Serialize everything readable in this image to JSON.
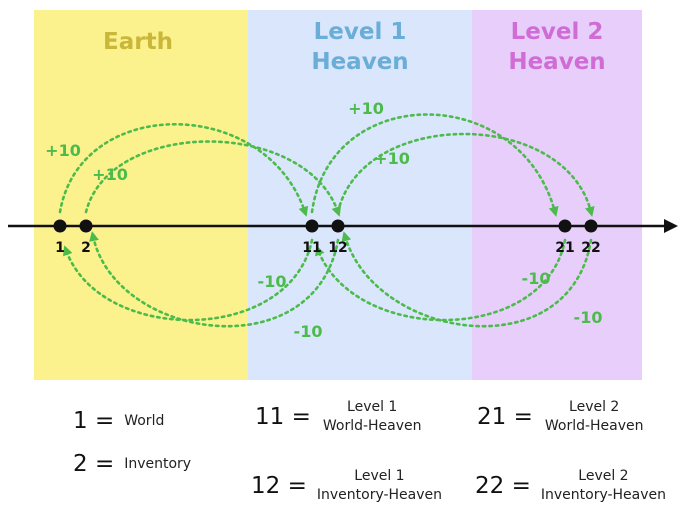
{
  "colors": {
    "earth": "#fbf28d",
    "level1": "#dae6fb",
    "level2": "#e8cffb",
    "arrow": "#4cbb4c",
    "earth_title": "#c9b73a",
    "level1_title": "#6aaed8",
    "level2_title": "#cf6cd6",
    "axis": "#111111"
  },
  "regions": [
    {
      "title_lines": [
        "Earth"
      ]
    },
    {
      "title_lines": [
        "Level 1",
        "Heaven"
      ]
    },
    {
      "title_lines": [
        "Level 2",
        "Heaven"
      ]
    }
  ],
  "points": [
    "1",
    "2",
    "11",
    "12",
    "21",
    "22"
  ],
  "jumps": [
    {
      "from": "1",
      "to": "11",
      "label": "+10"
    },
    {
      "from": "2",
      "to": "12",
      "label": "+10"
    },
    {
      "from": "11",
      "to": "21",
      "label": "+10"
    },
    {
      "from": "12",
      "to": "22",
      "label": "+10"
    },
    {
      "from": "11",
      "to": "1",
      "label": "-10"
    },
    {
      "from": "12",
      "to": "2",
      "label": "-10"
    },
    {
      "from": "21",
      "to": "11",
      "label": "-10"
    },
    {
      "from": "22",
      "to": "12",
      "label": "-10"
    }
  ],
  "legend": [
    {
      "number": "1 =",
      "description": [
        "World"
      ]
    },
    {
      "number": "2 =",
      "description": [
        "Inventory"
      ]
    },
    {
      "number": "11 =",
      "description": [
        "Level 1",
        "World-Heaven"
      ]
    },
    {
      "number": "12 =",
      "description": [
        "Level 1",
        "Inventory-Heaven"
      ]
    },
    {
      "number": "21 =",
      "description": [
        "Level 2",
        "World-Heaven"
      ]
    },
    {
      "number": "22 =",
      "description": [
        "Level 2",
        "Inventory-Heaven"
      ]
    }
  ]
}
